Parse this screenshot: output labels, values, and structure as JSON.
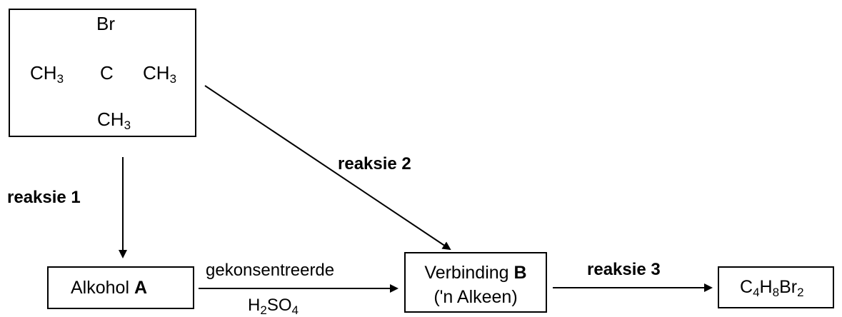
{
  "molecule": {
    "br": "Br",
    "c": "C",
    "ch": "CH",
    "sub3": "3"
  },
  "reactions": {
    "r1": "reaksie 1",
    "r2": "reaksie 2",
    "r3": "reaksie 3"
  },
  "alcohol_box": {
    "text": "Alkohol ",
    "bold": "A"
  },
  "conditions": {
    "top": "gekonsentreerde",
    "h": "H",
    "h_sub": "2",
    "so": "SO",
    "so_sub": "4"
  },
  "compound_b_box": {
    "line1": "Verbinding ",
    "line1_bold": "B",
    "line2": "('n Alkeen)"
  },
  "product_box": {
    "c": "C",
    "c_sub": "4",
    "h": "H",
    "h_sub": "8",
    "br": "Br",
    "br_sub": "2"
  }
}
